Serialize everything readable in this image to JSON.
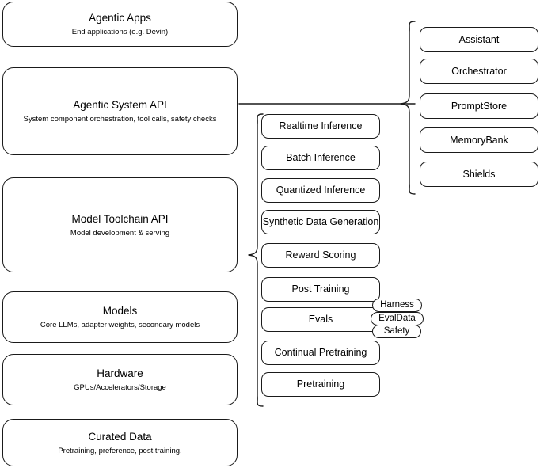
{
  "diagram": {
    "stack_layers": [
      {
        "title": "Agentic Apps",
        "subtitle": "End applications (e.g. Devin)"
      },
      {
        "title": "Agentic System API",
        "subtitle": "System component orchestration, tool calls, safety checks"
      },
      {
        "title": "Model Toolchain API",
        "subtitle": "Model development & serving"
      },
      {
        "title": "Models",
        "subtitle": "Core LLMs, adapter weights, secondary models"
      },
      {
        "title": "Hardware",
        "subtitle": "GPUs/Accelerators/Storage"
      },
      {
        "title": "Curated Data",
        "subtitle": "Pretraining, preference, post training."
      }
    ],
    "agentic_system_components": [
      {
        "label": "Assistant"
      },
      {
        "label": "Orchestrator"
      },
      {
        "label": "PromptStore"
      },
      {
        "label": "MemoryBank"
      },
      {
        "label": "Shields"
      }
    ],
    "model_toolchain_components": [
      {
        "label": "Realtime Inference"
      },
      {
        "label": "Batch Inference"
      },
      {
        "label": "Quantized Inference"
      },
      {
        "label": "Synthetic Data Generation"
      },
      {
        "label": "Reward Scoring"
      },
      {
        "label": "Post Training"
      },
      {
        "label": "Evals"
      },
      {
        "label": "Continual Pretraining"
      },
      {
        "label": "Pretraining"
      }
    ],
    "evals_tags": [
      {
        "label": "Harness"
      },
      {
        "label": "EvalData"
      },
      {
        "label": "Safety"
      }
    ],
    "colors": {
      "stroke": "#1a1a1a",
      "background": "#ffffff",
      "text": "#000000"
    }
  }
}
